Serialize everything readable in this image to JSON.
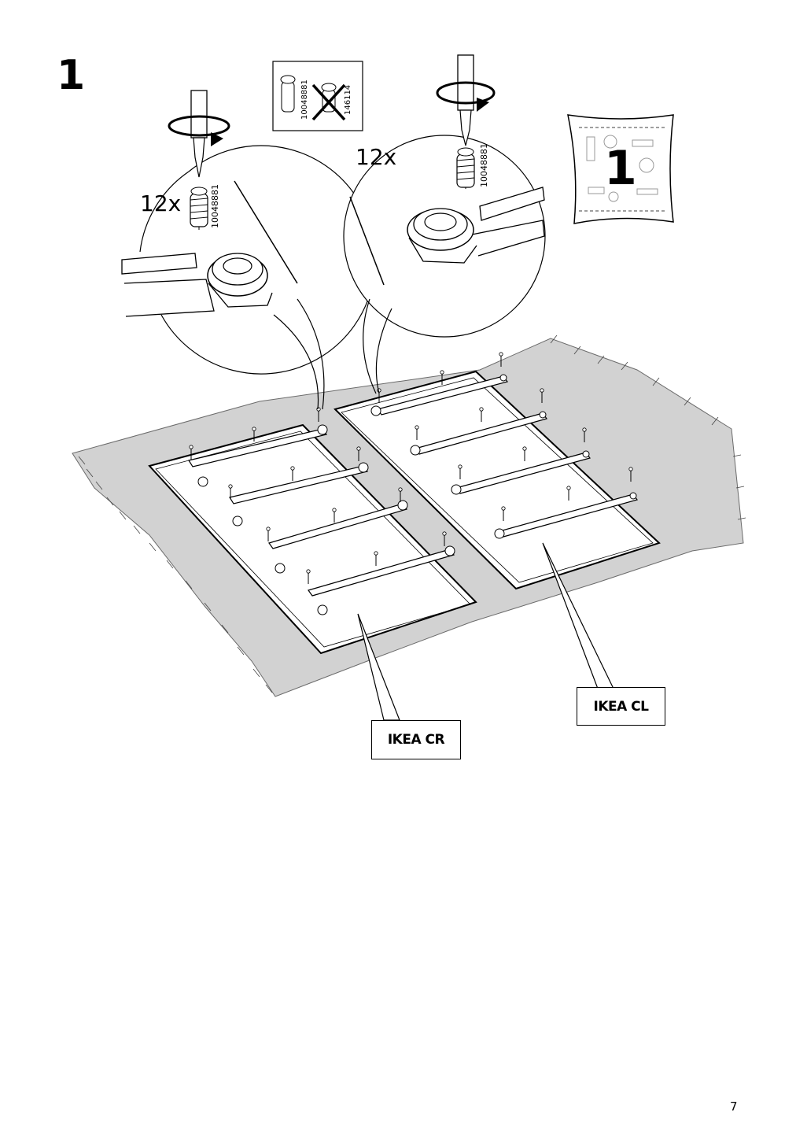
{
  "step": {
    "number": "1"
  },
  "left_detail": {
    "quantity": "12x",
    "part_number": "10048881"
  },
  "right_detail": {
    "quantity": "12x",
    "part_number": "10048881"
  },
  "screw_reference": {
    "correct_part": "10048881",
    "wrong_part": "146114"
  },
  "bag_badge": {
    "label": "1"
  },
  "labels": {
    "right_panel": "IKEA CR",
    "left_panel": "IKEA CL"
  },
  "page": {
    "number": "7"
  },
  "colors": {
    "floor_mat": "#d2d2d2",
    "panel": "#ffffff",
    "ink": "#000000"
  }
}
